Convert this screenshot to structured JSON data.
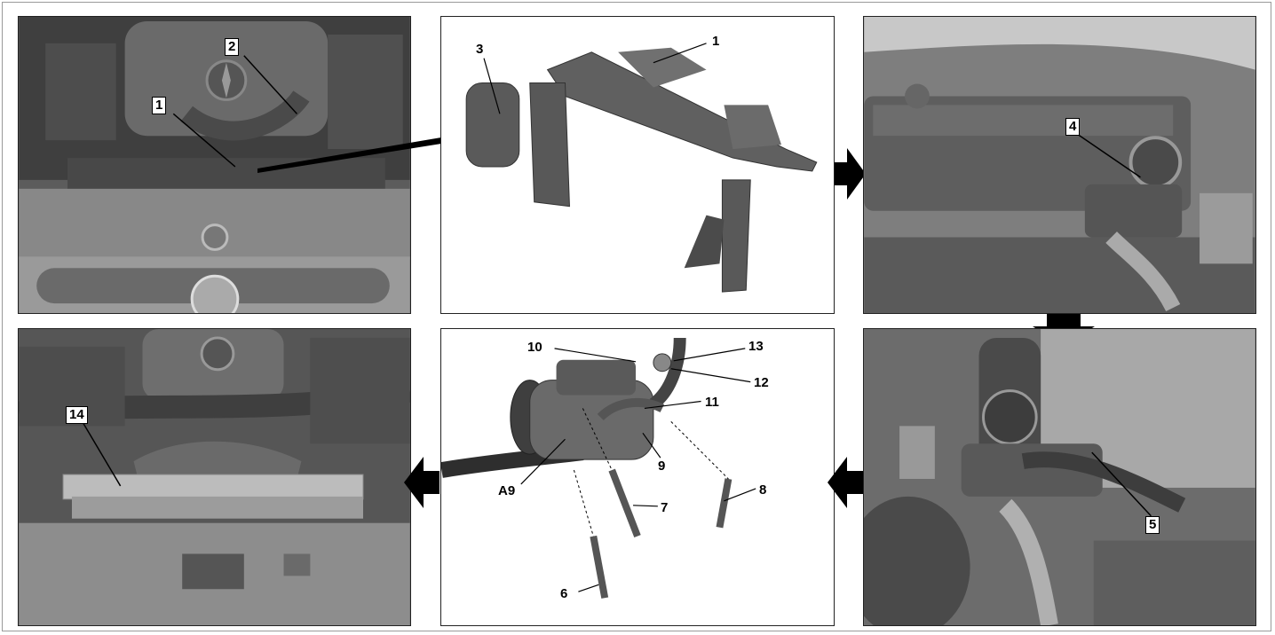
{
  "panels": [
    {
      "name": "engine-bay-cover-photo",
      "callouts": [
        "1",
        "2"
      ]
    },
    {
      "name": "air-duct-part-drawing",
      "callouts": [
        "3",
        "1"
      ]
    },
    {
      "name": "air-filter-housing-photo",
      "callouts": [
        "4"
      ]
    },
    {
      "name": "radiator-photo",
      "callouts": [
        "14"
      ]
    },
    {
      "name": "compressor-drawing",
      "callouts": [
        "10",
        "13",
        "12",
        "11",
        "9",
        "A9",
        "7",
        "8",
        "6"
      ]
    },
    {
      "name": "lower-housing-photo",
      "callouts": [
        "5"
      ]
    }
  ],
  "arrows": [
    "right",
    "right",
    "down",
    "left",
    "left"
  ]
}
